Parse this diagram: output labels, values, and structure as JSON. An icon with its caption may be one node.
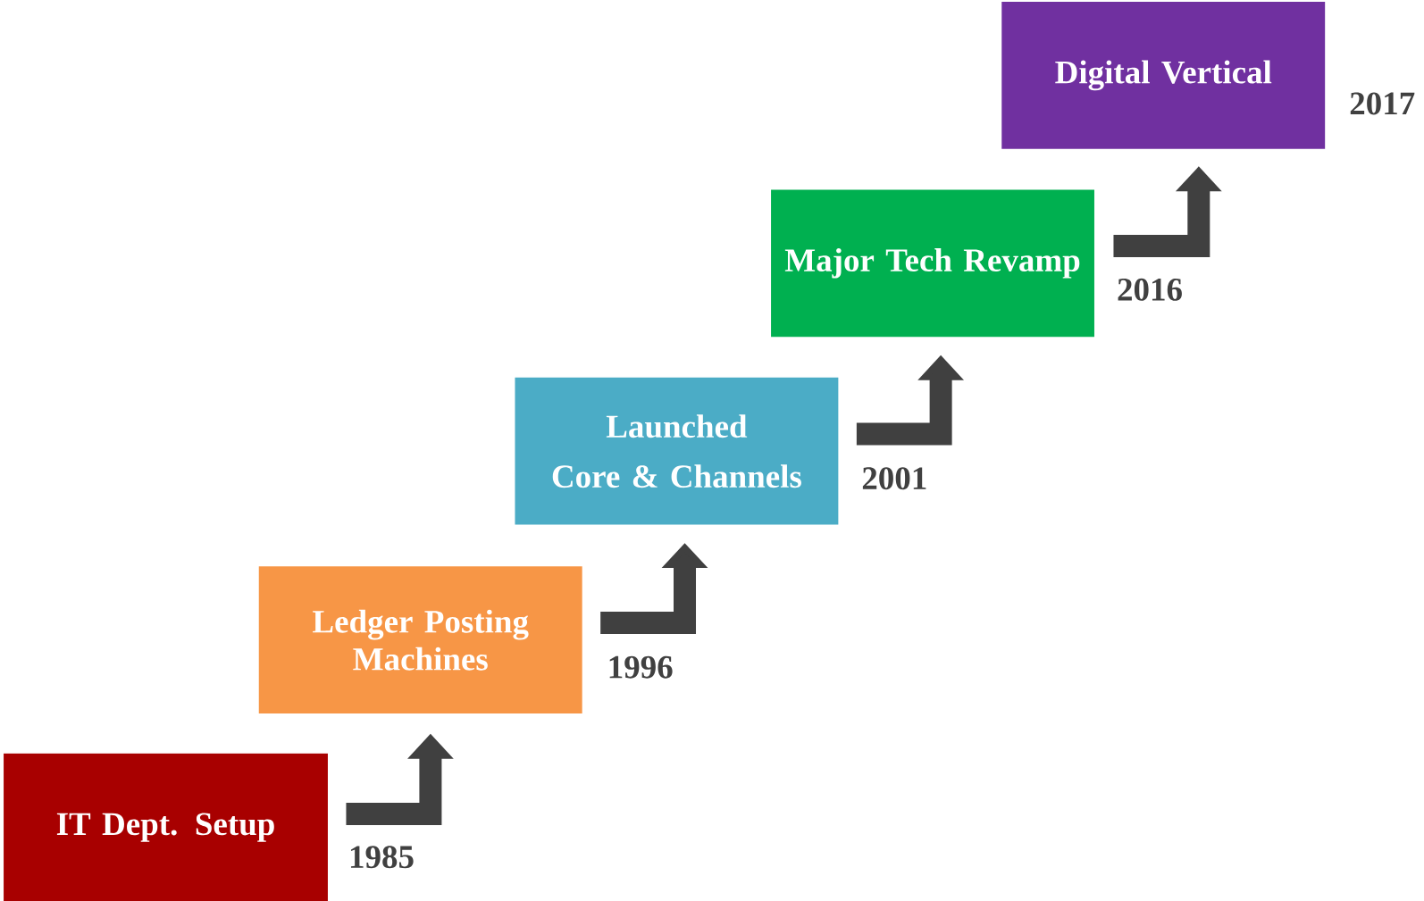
{
  "diagram": {
    "nodes": [
      {
        "text": [
          "IT Dept. Setup"
        ],
        "beside": [
          "1985"
        ]
      },
      {
        "text": [
          "Ledger Posting Machines"
        ],
        "beside": [
          "1996"
        ]
      },
      {
        "text": [
          "Launched",
          "Core & Channels"
        ],
        "beside": [
          "2001"
        ]
      },
      {
        "text": [
          "Major Tech Revamp"
        ],
        "beside": [
          "2016"
        ]
      },
      {
        "text": [
          "Digital Vertical"
        ],
        "beside": [
          "2017"
        ]
      }
    ],
    "edges": [
      {
        "from": 0,
        "to": 1,
        "arrow": "to"
      },
      {
        "from": 1,
        "to": 2,
        "arrow": "to"
      },
      {
        "from": 2,
        "to": 3,
        "arrow": "to"
      },
      {
        "from": 3,
        "to": 4,
        "arrow": "to"
      }
    ]
  }
}
